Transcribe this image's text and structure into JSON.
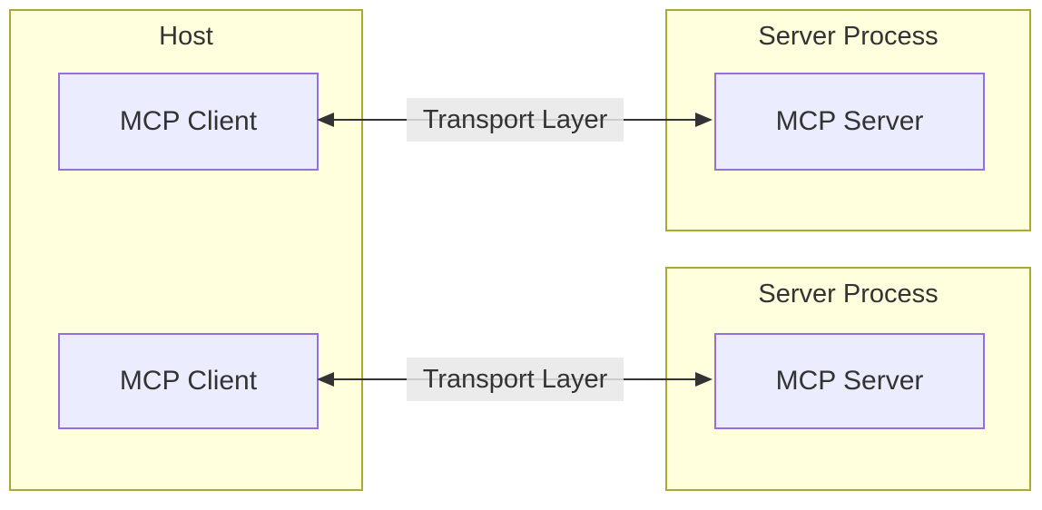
{
  "host": {
    "title": "Host",
    "clients": [
      {
        "label": "MCP Client"
      },
      {
        "label": "MCP Client"
      }
    ]
  },
  "server_processes": [
    {
      "title": "Server Process",
      "server_label": "MCP Server"
    },
    {
      "title": "Server Process",
      "server_label": "MCP Server"
    }
  ],
  "edges": [
    {
      "label": "Transport Layer",
      "from": "MCP Client",
      "to": "MCP Server",
      "direction": "bidirectional"
    },
    {
      "label": "Transport Layer",
      "from": "MCP Client",
      "to": "MCP Server",
      "direction": "bidirectional"
    }
  ],
  "colors": {
    "cluster_fill": "#ffffde",
    "cluster_border": "#aaaa33",
    "node_fill": "#ececff",
    "node_border": "#9370db",
    "edge": "#333333",
    "edge_label_bg": "#e8e8e8",
    "text": "#333333",
    "canvas_bg": "#ffffff"
  }
}
